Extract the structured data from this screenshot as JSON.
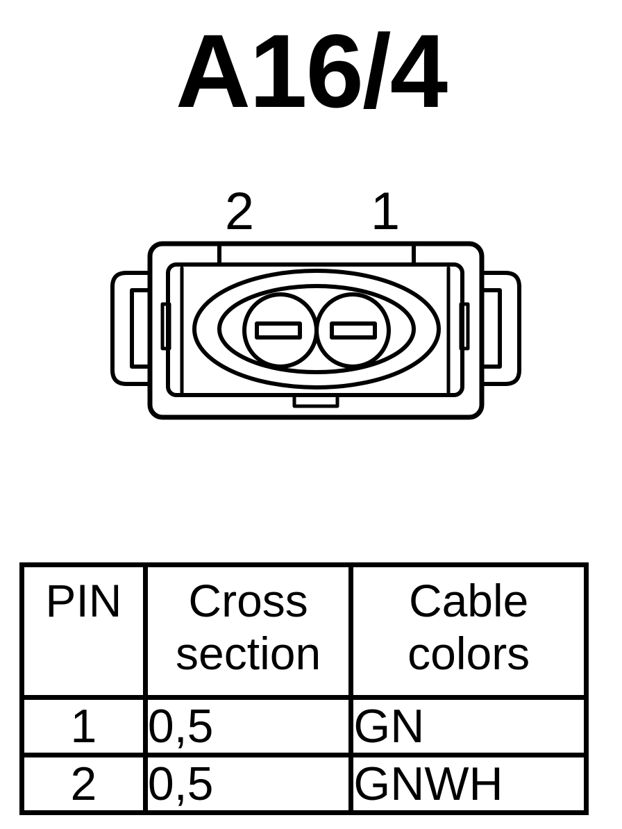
{
  "title": "A16/4",
  "connector": {
    "pin_labels": [
      "2",
      "1"
    ]
  },
  "table": {
    "headers": [
      [
        "PIN"
      ],
      [
        "Cross",
        "section"
      ],
      [
        "Cable",
        "colors"
      ]
    ],
    "rows": [
      {
        "pin": "1",
        "cross_section": "0,5",
        "color": "GN"
      },
      {
        "pin": "2",
        "cross_section": "0,5",
        "color": "GNWH"
      }
    ]
  }
}
